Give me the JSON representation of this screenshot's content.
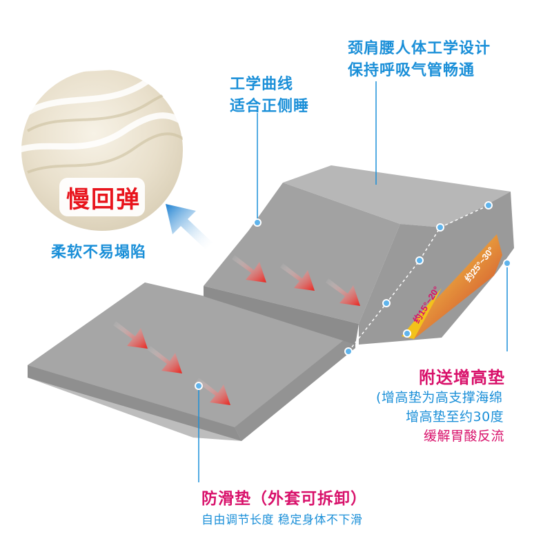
{
  "callouts": {
    "ergonomic": {
      "line1": "颈肩腰人体工学设计",
      "line2": "保持呼吸气管畅通"
    },
    "curve": {
      "line1": "工学曲线",
      "line2": "适合正侧睡"
    },
    "softness": {
      "label": "柔软不易塌陷"
    },
    "slow_rebound": {
      "label": "慢回弹"
    },
    "riser": {
      "title": "附送增高垫",
      "line1": "(增高垫为高支撑海绵",
      "line2": "增高垫至约30度",
      "line3": "缓解胃酸反流"
    },
    "antislip": {
      "title": "防滑垫（外套可拆卸）",
      "subtitle": "自由调节长度 稳定身体不下滑"
    }
  },
  "angles": {
    "small": "约15°~20°",
    "large": "约25°~30°"
  },
  "colors": {
    "callout_blue": "#1a8fd8",
    "callout_pink": "#d8106a",
    "cushion_gray": "#a9a9a9",
    "arrow_red": "#e8221c",
    "wedge_red": "#c8342a",
    "wedge_yellow": "#f3c21b",
    "foam_cream": "#ece4d2"
  }
}
